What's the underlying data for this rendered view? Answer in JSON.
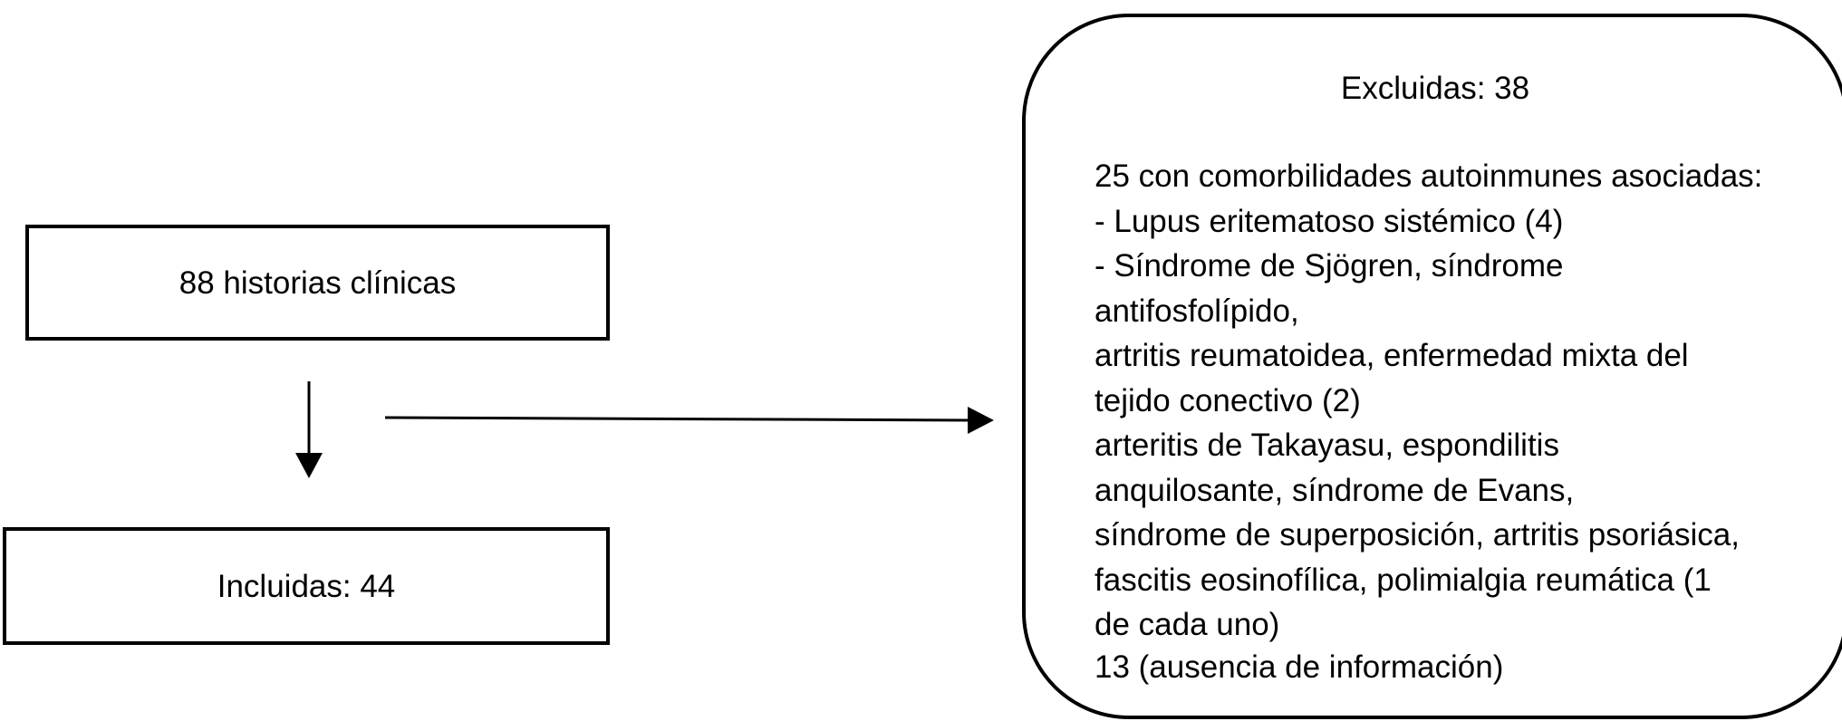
{
  "flow": {
    "records_label": "88 historias clínicas",
    "included_label": "Incluidas: 44",
    "excluded": {
      "title": "Excluidas: 38",
      "lines": [
        "25 con comorbilidades autoinmunes asociadas:",
        "- Lupus eritematoso sistémico (4)",
        "- Síndrome de Sjögren, síndrome",
        "antifosfolípido,",
        "artritis reumatoidea, enfermedad mixta del",
        "tejido conectivo (2)",
        "arteritis de Takayasu, espondilitis",
        "anquilosante, síndrome de Evans,",
        "síndrome de superposición, artritis psoriásica,",
        "fascitis eosinofílica, polimialgia reumática (1",
        "de cada uno)"
      ],
      "missing_info": "13 (ausencia de información)"
    }
  }
}
